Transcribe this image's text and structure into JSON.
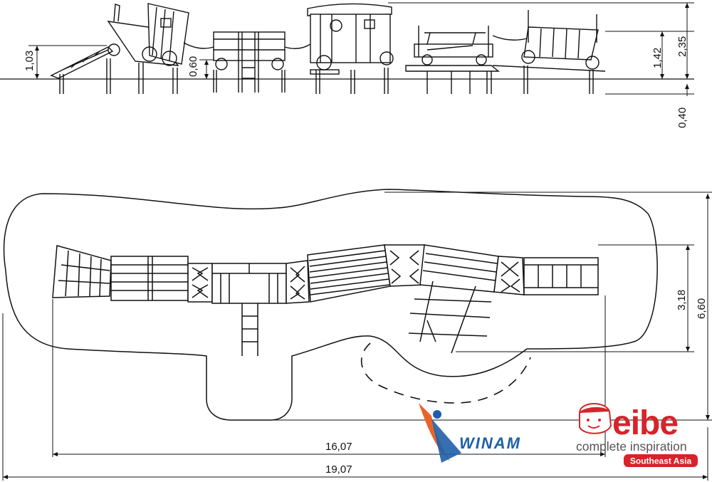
{
  "elevation": {
    "dims": {
      "height_total": "2,35",
      "height_platform_high": "1,42",
      "height_ramp": "1,03",
      "height_small": "0,60",
      "depth_ground": "0,40"
    }
  },
  "plan": {
    "dims": {
      "length_equipment": "16,07",
      "length_total": "19,07",
      "width_equipment": "3,18",
      "width_total": "6,60"
    }
  },
  "logos": {
    "winam": {
      "text": "WINAM",
      "colors": {
        "primary": "#1f5fa8",
        "accent": "#e8642a"
      }
    },
    "eibe": {
      "wordmark": "eibe",
      "tagline": "complete inspiration",
      "region": "Southeast Asia",
      "colors": {
        "brand_red": "#d8232a",
        "tagline_gray": "#555555"
      }
    }
  }
}
